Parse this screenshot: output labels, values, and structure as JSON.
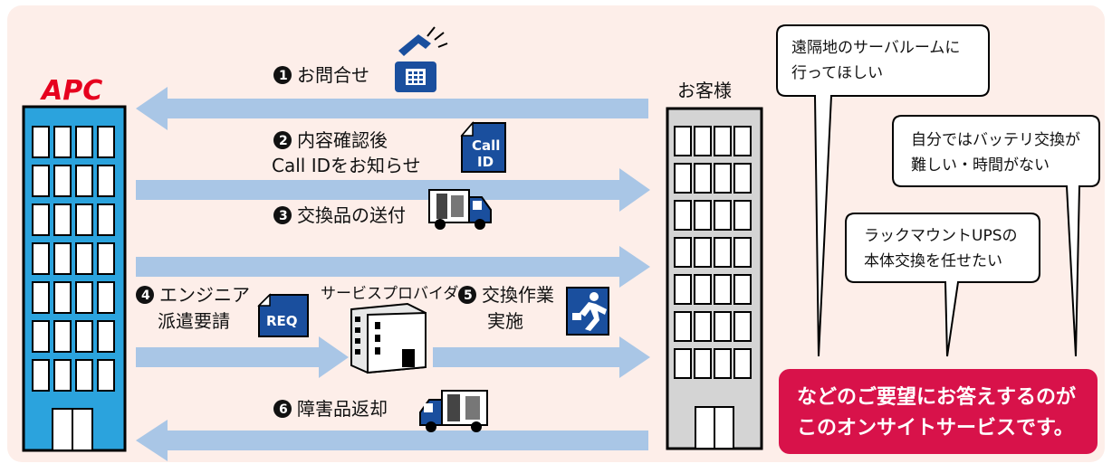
{
  "logo": {
    "text": "APC",
    "color": "#e6001e"
  },
  "customer_label": "お客様",
  "provider_label": "サービスプロバイダ",
  "steps": [
    {
      "number": "1",
      "line1": "お問合せ",
      "line2": ""
    },
    {
      "number": "2",
      "line1": "内容確認後",
      "line2": "Call IDをお知らせ"
    },
    {
      "number": "3",
      "line1": "交換品の送付",
      "line2": ""
    },
    {
      "number": "4",
      "line1": "エンジニア",
      "line2": "派遣要請"
    },
    {
      "number": "5",
      "line1": "交換作業",
      "line2": "実施"
    },
    {
      "number": "6",
      "line1": "障害品返却",
      "line2": ""
    }
  ],
  "icons": {
    "callid_line1": "Call",
    "callid_line2": "ID",
    "req": "REQ",
    "phone": "phone-icon",
    "truck": "truck-icon",
    "runner": "emergency-exit-runner-icon",
    "document": "document-icon"
  },
  "bubbles": [
    {
      "line1": "遠隔地のサーバルームに",
      "line2": "行ってほしい"
    },
    {
      "line1": "自分ではバッテリ交換が",
      "line2": "難しい・時間がない"
    },
    {
      "line1": "ラックマウントUPSの",
      "line2": "本体交換を任せたい"
    }
  ],
  "banner": {
    "line1": "などのご要望にお答えするのが",
    "line2": "このオンサイトサービスです。"
  },
  "colors": {
    "background_panel": "#fdeee9",
    "arrow": "#a9c6e6",
    "apc_building": "#2ba3dd",
    "customer_building": "#d4d4d4",
    "banner": "#d8124a",
    "icon_blue": "#1a4f9e"
  }
}
